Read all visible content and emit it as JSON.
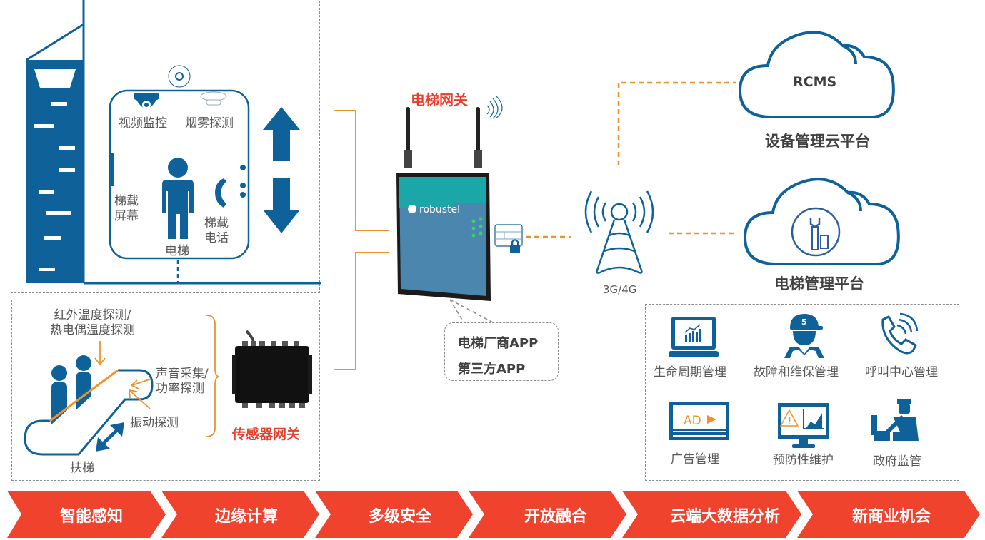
{
  "elevator_section": {
    "labels": {
      "video_monitoring": "视频监控",
      "smoke_detection": "烟雾探测",
      "elevator_screen": "梯载\n屏幕",
      "elevator_screen_l1": "梯载",
      "elevator_screen_l2": "屏幕",
      "elevator_phone_l1": "梯载",
      "elevator_phone_l2": "电话",
      "elevator": "电梯"
    },
    "icons": [
      "building-icon",
      "ceiling-sensor-icon",
      "dome-camera-icon",
      "smoke-detector-icon",
      "person-icon",
      "phone-icon",
      "up-arrow-icon",
      "down-arrow-icon"
    ]
  },
  "escalator_section": {
    "labels": {
      "infrared_l1": "红外温度探测/",
      "infrared_l2": "热电偶温度探测",
      "sound_l1": "声音采集/",
      "sound_l2": "功率探测",
      "vibration": "振动探测",
      "escalator": "扶梯"
    },
    "sensor_gateway_title": "传感器网关"
  },
  "gateway": {
    "title": "电梯网关",
    "brand": "robustel",
    "apps": [
      "电梯厂商APP",
      "第三方APP"
    ]
  },
  "network": {
    "tower_label": "3G/4G"
  },
  "clouds": {
    "rcms": {
      "inner": "RCMS",
      "title": "设备管理云平台"
    },
    "elevator_mgmt": {
      "title": "电梯管理平台"
    }
  },
  "features": [
    {
      "label": "生命周期管理",
      "icon": "laptop-chart-icon"
    },
    {
      "label": "故障和维保管理",
      "icon": "worker-icon"
    },
    {
      "label": "呼叫中心管理",
      "icon": "phone-call-icon"
    },
    {
      "label": "广告管理",
      "icon": "ad-screen-icon"
    },
    {
      "label": "预防性维护",
      "icon": "monitor-warning-icon"
    },
    {
      "label": "政府监管",
      "icon": "officer-icon"
    }
  ],
  "worker_cap_number": "5",
  "ad_text": "AD",
  "chevrons": [
    "智能感知",
    "边缘计算",
    "多级安全",
    "开放融合",
    "云端大数据分析",
    "新商业机会"
  ],
  "colors": {
    "primary_blue": "#0e6299",
    "orange": "#f0922c",
    "red": "#f0432e",
    "title_red": "#e8402d",
    "teal": "#1ba6a8"
  }
}
